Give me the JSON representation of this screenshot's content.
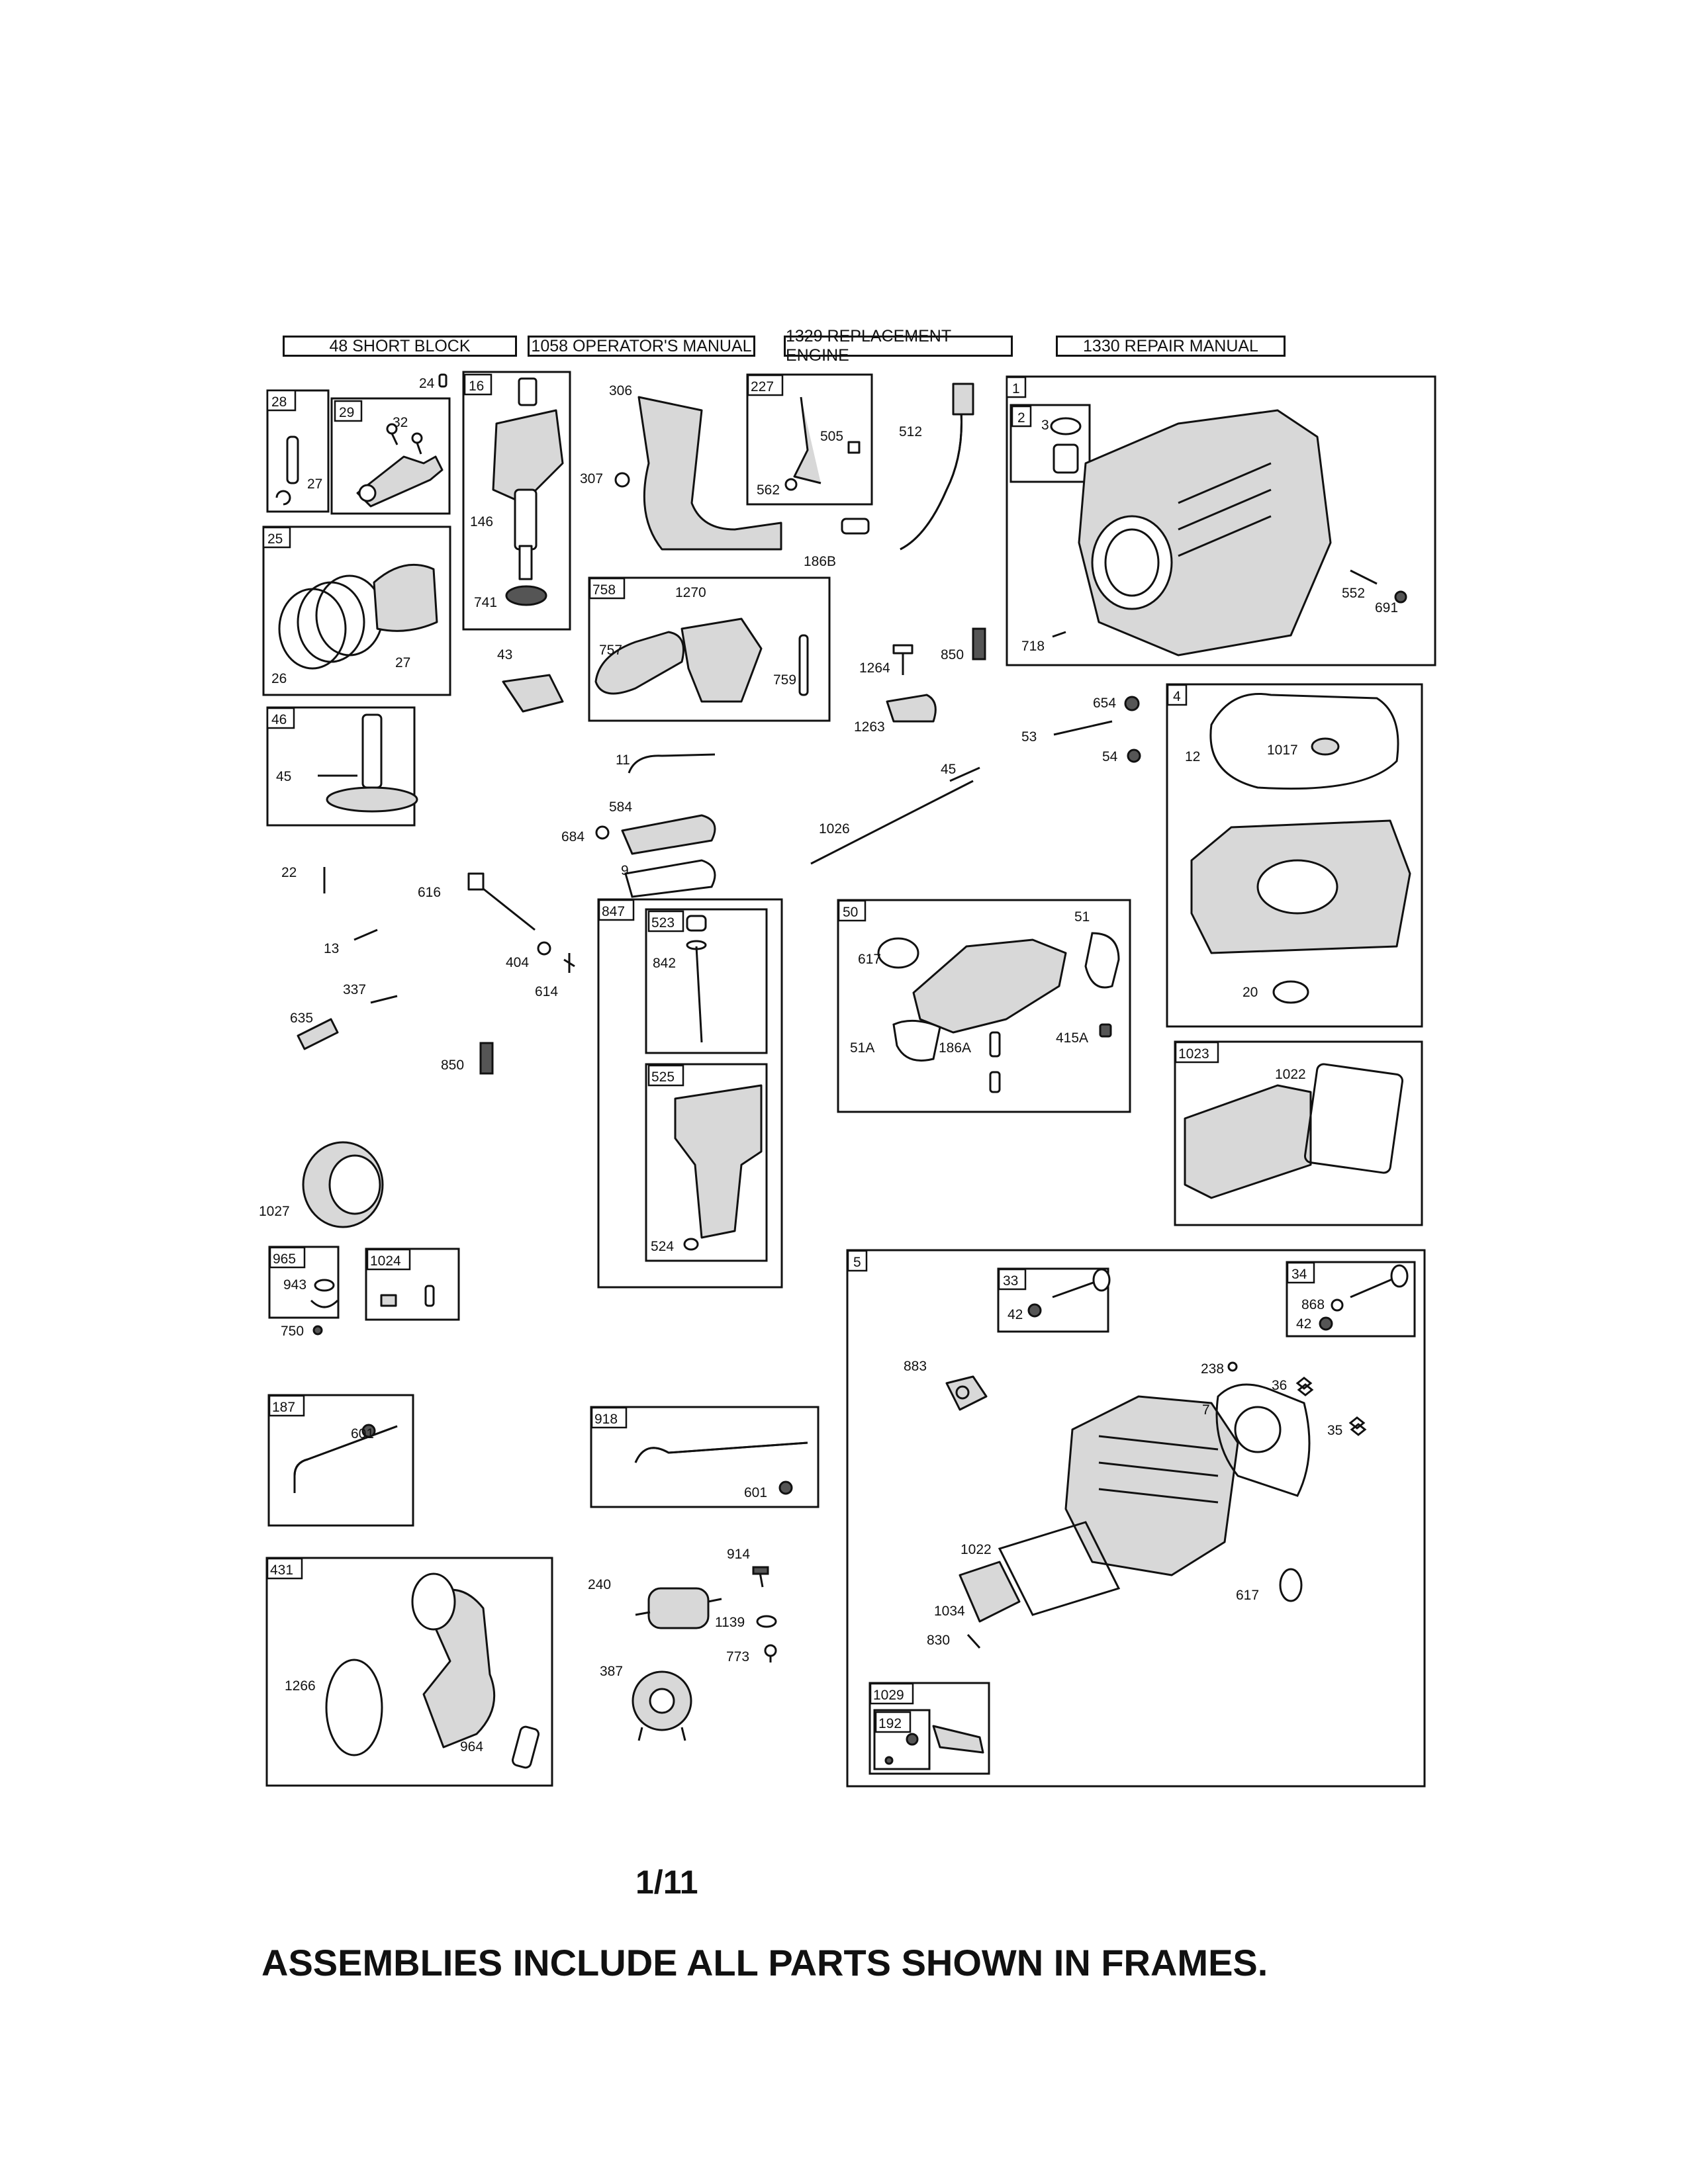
{
  "header_boxes": [
    "48 SHORT BLOCK",
    "1058 OPERATOR'S MANUAL",
    "1329 REPLACEMENT ENGINE",
    "1330 REPAIR MANUAL"
  ],
  "frame_tags": [
    "28",
    "29",
    "16",
    "227",
    "1",
    "2",
    "25",
    "758",
    "46",
    "4",
    "847",
    "523",
    "50",
    "1023",
    "525",
    "965",
    "1024",
    "5",
    "33",
    "34",
    "187",
    "918",
    "431",
    "1029",
    "192"
  ],
  "part_labels": [
    "24",
    "306",
    "505",
    "512",
    "3",
    "32",
    "307",
    "27",
    "562",
    "146",
    "186B",
    "741",
    "1270",
    "552",
    "691",
    "27",
    "26",
    "43",
    "757",
    "850",
    "759",
    "718",
    "1264",
    "1263",
    "654",
    "53",
    "54",
    "12",
    "1017",
    "45",
    "11",
    "584",
    "684",
    "45",
    "1026",
    "9",
    "22",
    "616",
    "13",
    "404",
    "614",
    "337",
    "635",
    "842",
    "850",
    "617",
    "51",
    "51A",
    "186A",
    "415A",
    "20",
    "1022",
    "1027",
    "524",
    "943",
    "750",
    "42",
    "868",
    "42",
    "883",
    "238",
    "36",
    "7",
    "35",
    "601",
    "601",
    "914",
    "240",
    "1022",
    "1139",
    "617",
    "773",
    "1034",
    "830",
    "387",
    "1266",
    "964"
  ],
  "page_number": "1/11",
  "footer_text": "ASSEMBLIES INCLUDE ALL PARTS SHOWN IN FRAMES."
}
